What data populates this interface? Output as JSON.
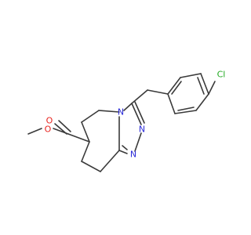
{
  "molecule": {
    "atoms": [
      {
        "id": "O_carbonyl",
        "label": "O",
        "color": "#e8241f"
      },
      {
        "id": "O_ester",
        "label": "O",
        "color": "#e8241f"
      },
      {
        "id": "N4",
        "label": "N",
        "color": "#2b2bd9"
      },
      {
        "id": "N2",
        "label": "N",
        "color": "#2b2bd9"
      },
      {
        "id": "N1",
        "label": "N",
        "color": "#2b2bd9"
      },
      {
        "id": "Cl",
        "label": "Cl",
        "color": "#22aa22"
      }
    ],
    "bond_color": "#3a3a3a"
  }
}
